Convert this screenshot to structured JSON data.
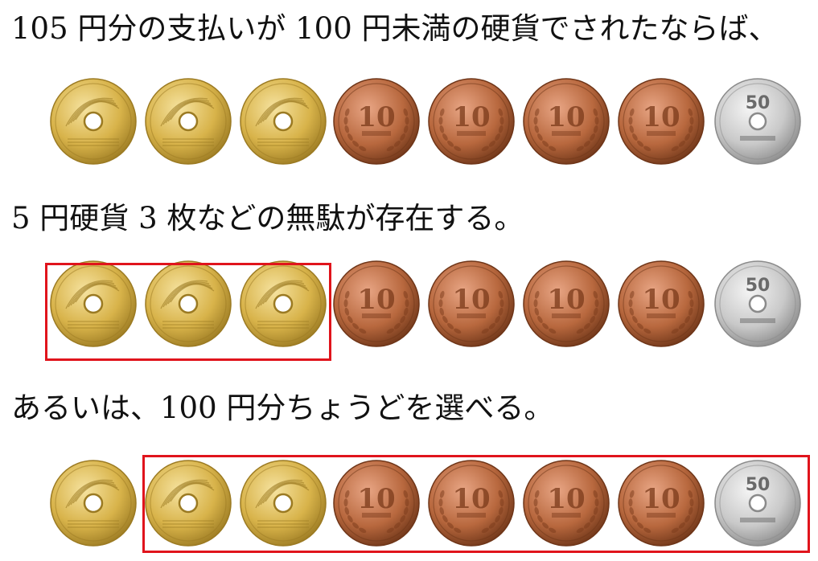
{
  "captions": {
    "line1": "105 円分の支払いが 100 円未満の硬貨でされたならば、",
    "line2": "5 円硬貨 3 枚などの無駄が存在する。",
    "line3": "あるいは、100 円分ちょうどを選べる。"
  },
  "coins": [
    {
      "type": "5yen"
    },
    {
      "type": "5yen"
    },
    {
      "type": "5yen"
    },
    {
      "type": "10yen",
      "face": "10"
    },
    {
      "type": "10yen",
      "face": "10"
    },
    {
      "type": "10yen",
      "face": "10"
    },
    {
      "type": "10yen",
      "face": "10"
    },
    {
      "type": "50yen",
      "face": "50"
    }
  ],
  "highlight_color": "#e0141c",
  "coin_colors": {
    "5yen": "#d8b34a",
    "10yen": "#b8683e",
    "50yen": "#c9c9c9"
  }
}
